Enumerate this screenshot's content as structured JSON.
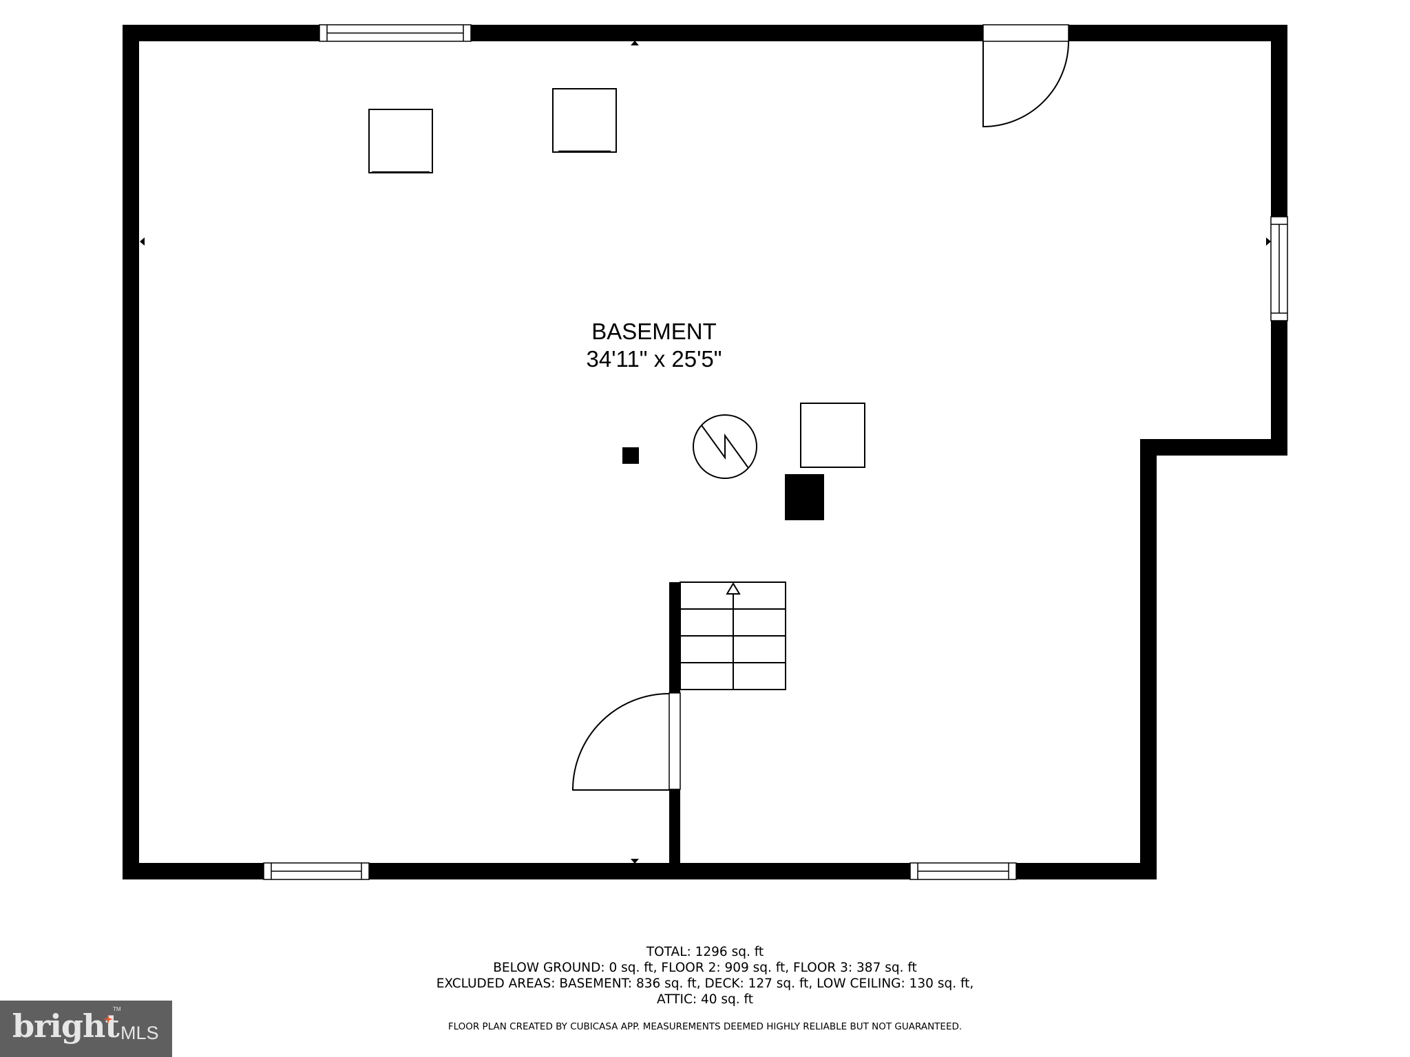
{
  "room": {
    "name": "BASEMENT",
    "dimensions": "34'11\" x 25'5\""
  },
  "footer": {
    "total": "TOTAL: 1296 sq. ft",
    "floors": "BELOW GROUND: 0 sq. ft, FLOOR 2: 909 sq. ft, FLOOR 3: 387 sq. ft",
    "excluded": "EXCLUDED AREAS: BASEMENT: 836 sq. ft, DECK: 127 sq. ft, LOW CEILING: 130 sq. ft,",
    "attic": "ATTIC: 40 sq. ft",
    "disclaimer": "FLOOR PLAN CREATED BY CUBICASA APP. MEASUREMENTS DEEMED HIGHLY RELIABLE BUT NOT GUARANTEED."
  },
  "logo": {
    "brand": "bright",
    "trademark": "TM",
    "suffix": "MLS",
    "background": "#5f5f5f",
    "accent": "#e2572c"
  },
  "colors": {
    "wall": "#000000",
    "background": "#ffffff",
    "line": "#000000"
  }
}
